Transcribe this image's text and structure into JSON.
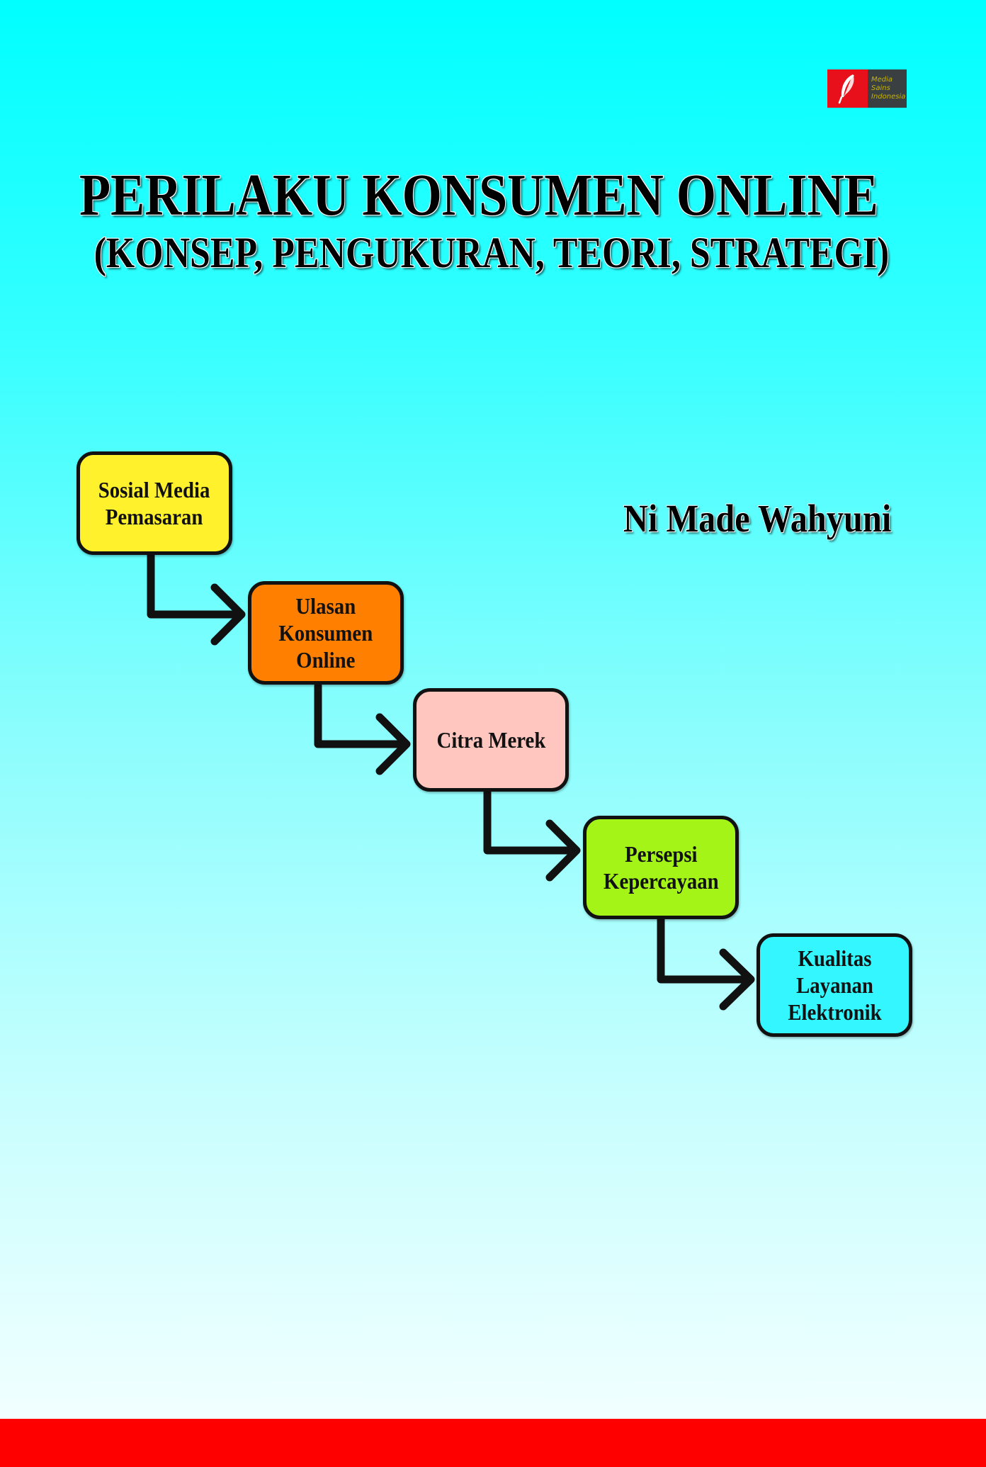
{
  "publisher": {
    "logo_lines": [
      "Media",
      "Sains",
      "Indonesia"
    ],
    "colors": {
      "mark": "#e8111b",
      "panel": "#3a3f41",
      "text": "#c9b400"
    },
    "icon": "quill-feather-icon"
  },
  "title": {
    "main": "PERILAKU KONSUMEN ONLINE",
    "sub": "(KONSEP, PENGUKURAN, TEORI, STRATEGI)"
  },
  "author": "Ni Made Wahyuni",
  "flow": [
    {
      "label": "Sosial Media\nPemasaran",
      "color": "#fff12b"
    },
    {
      "label": "Ulasan\nKonsumen\nOnline",
      "color": "#ff7f00"
    },
    {
      "label": "Citra Merek",
      "color": "#ffc6c0"
    },
    {
      "label": "Persepsi\nKepercayaan",
      "color": "#a4f418"
    },
    {
      "label": "Kualitas\nLayanan\nElektronik",
      "color": "#33f6ff"
    }
  ],
  "colors": {
    "background_top": "#00ffff",
    "background_bottom": "#f2ffff",
    "bottom_bar": "#ff0000"
  }
}
